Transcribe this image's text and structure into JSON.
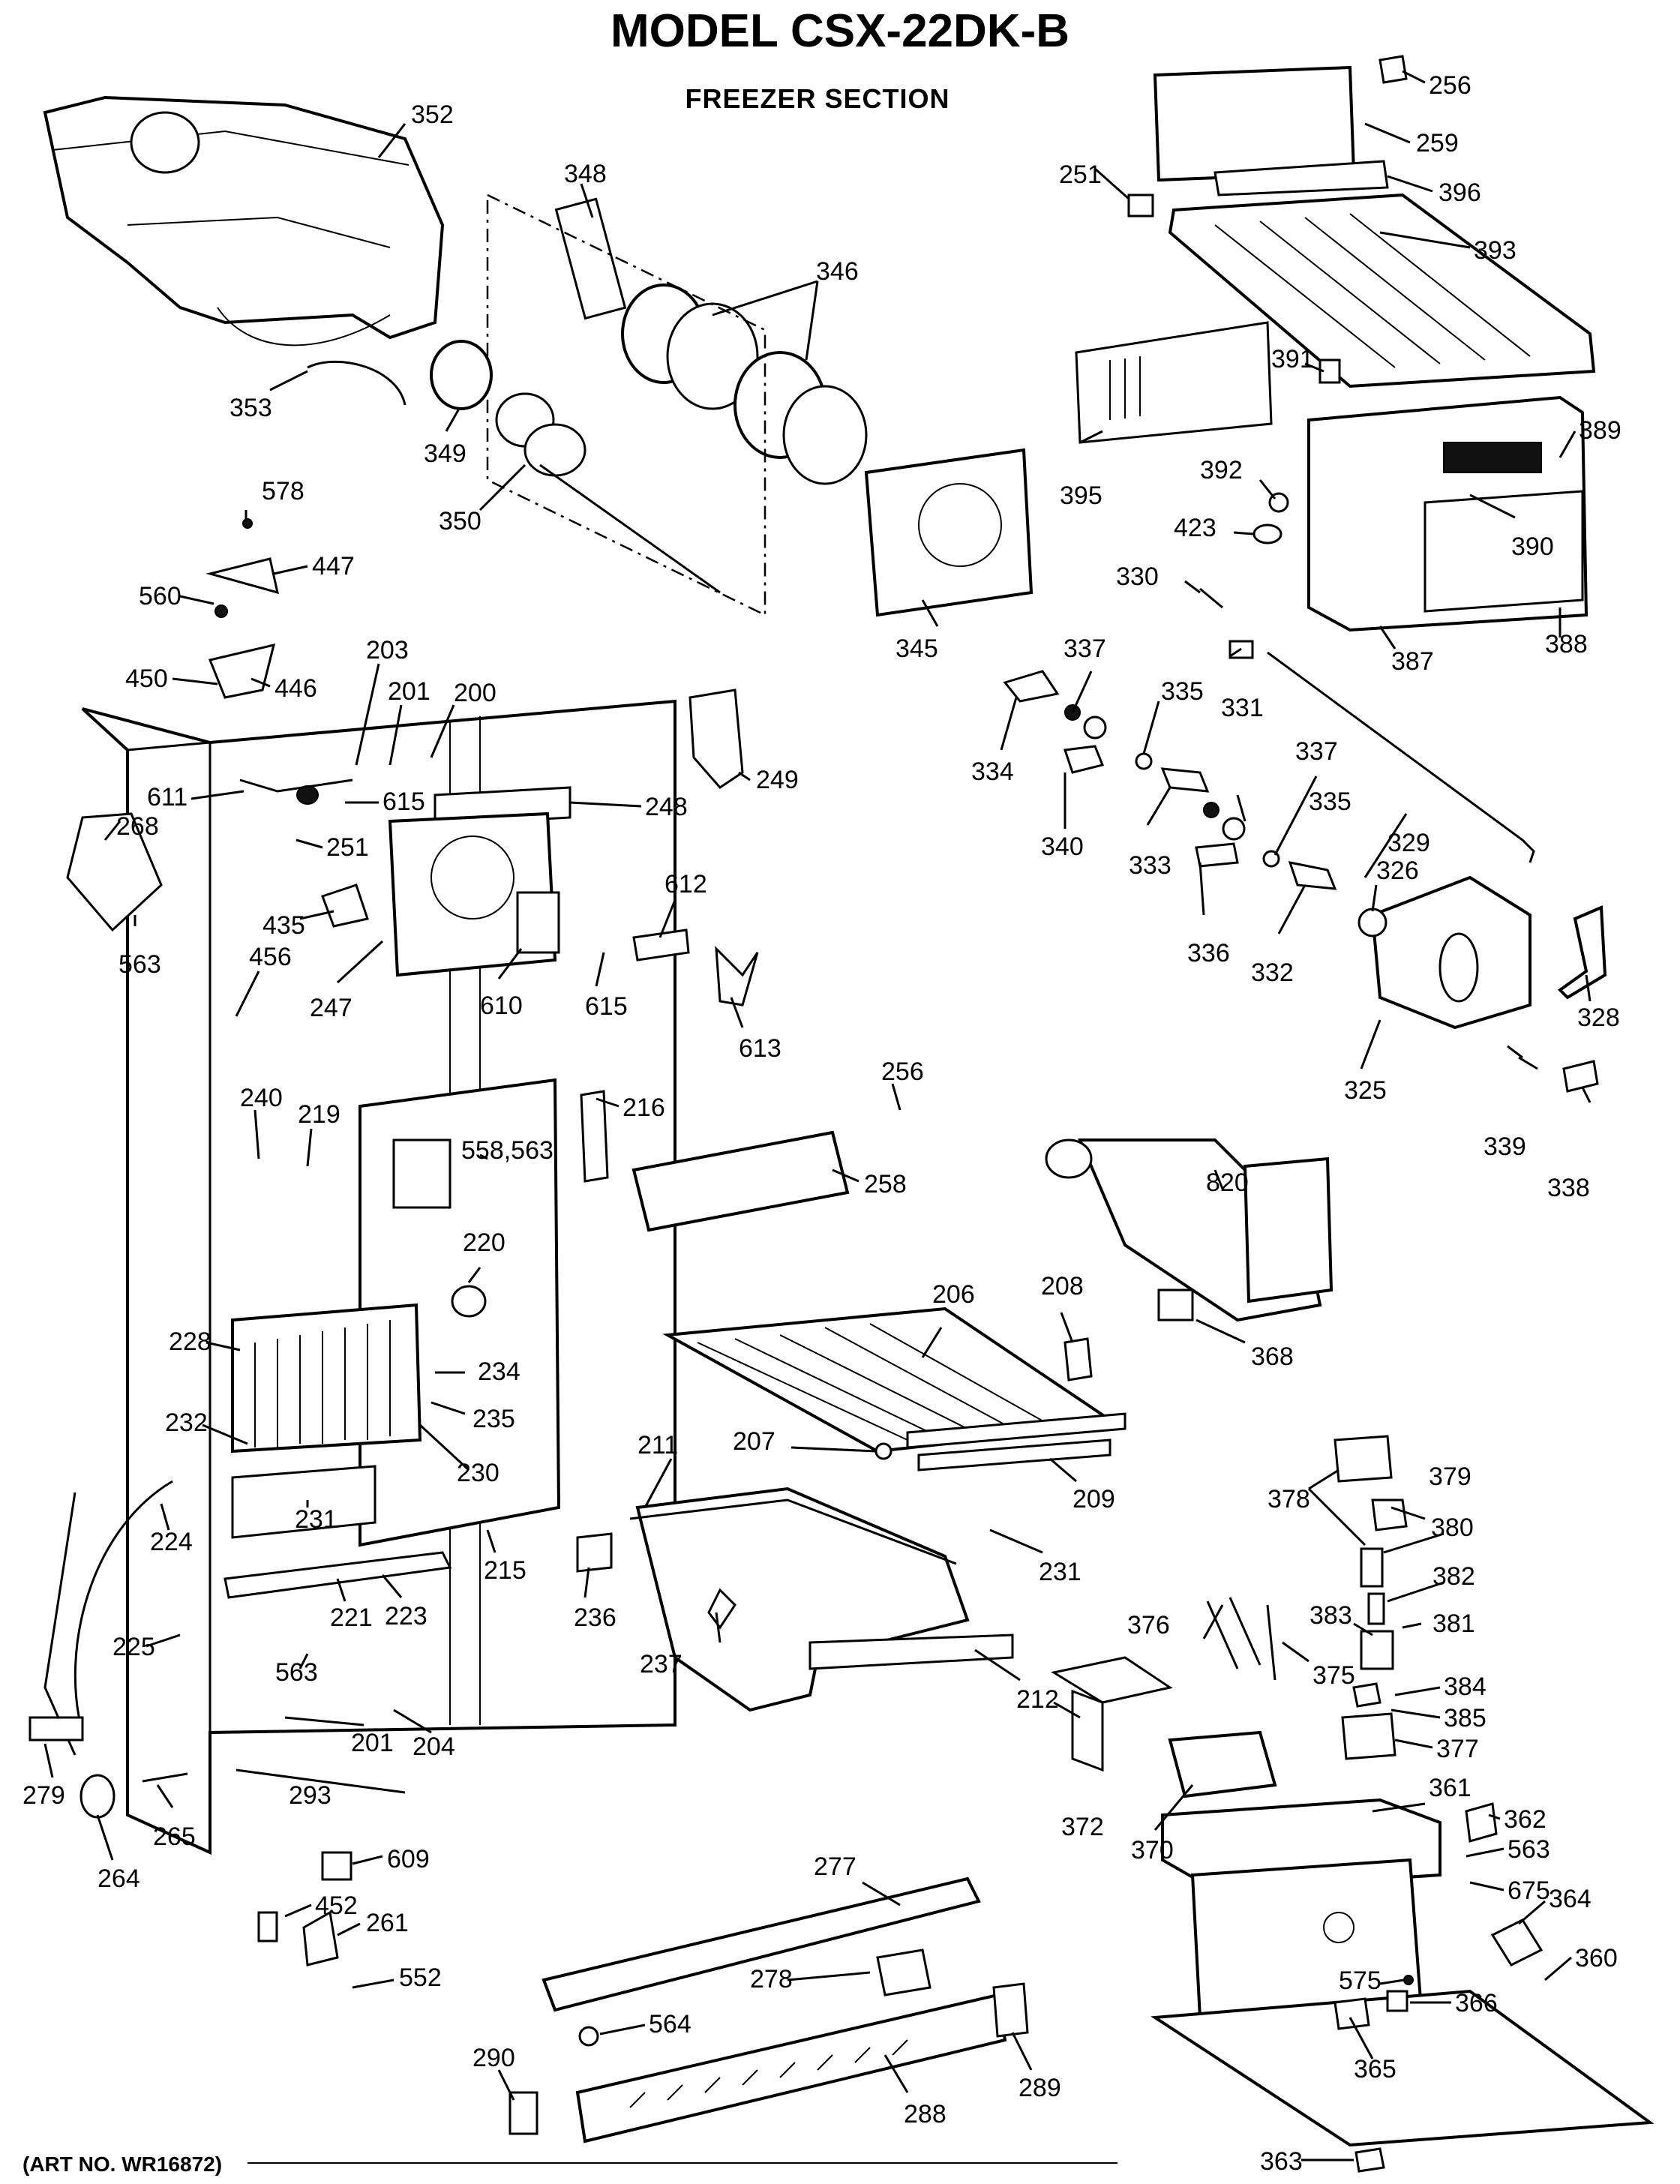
{
  "title": "MODEL CSX-22DK-B",
  "subtitle": "FREEZER SECTION",
  "art_no": "(ART NO. WR16872)",
  "callouts": [
    "352",
    "348",
    "346",
    "353",
    "349",
    "350",
    "345",
    "578",
    "447",
    "560",
    "450",
    "446",
    "203",
    "201",
    "200",
    "249",
    "248",
    "611",
    "615",
    "268",
    "251",
    "435",
    "456",
    "563",
    "247",
    "610",
    "615",
    "612",
    "613",
    "256",
    "258",
    "216",
    "240",
    "219",
    "558,563",
    "220",
    "228",
    "234",
    "235",
    "232",
    "230",
    "224",
    "231",
    "215",
    "221",
    "223",
    "236",
    "225",
    "563",
    "201",
    "204",
    "279",
    "293",
    "265",
    "609",
    "264",
    "452",
    "261",
    "552",
    "237",
    "211",
    "207",
    "206",
    "208",
    "209",
    "231",
    "212",
    "820",
    "368",
    "277",
    "278",
    "564",
    "290",
    "288",
    "289",
    "256",
    "259",
    "251",
    "396",
    "393",
    "391",
    "389",
    "395",
    "392",
    "423",
    "390",
    "330",
    "387",
    "388",
    "337",
    "335",
    "331",
    "334",
    "340",
    "333",
    "337",
    "335",
    "329",
    "326",
    "336",
    "332",
    "325",
    "328",
    "339",
    "338",
    "378",
    "379",
    "380",
    "382",
    "376",
    "383",
    "381",
    "375",
    "384",
    "385",
    "377",
    "372",
    "361",
    "362",
    "563",
    "370",
    "675",
    "364",
    "360",
    "575",
    "366",
    "365",
    "363"
  ]
}
